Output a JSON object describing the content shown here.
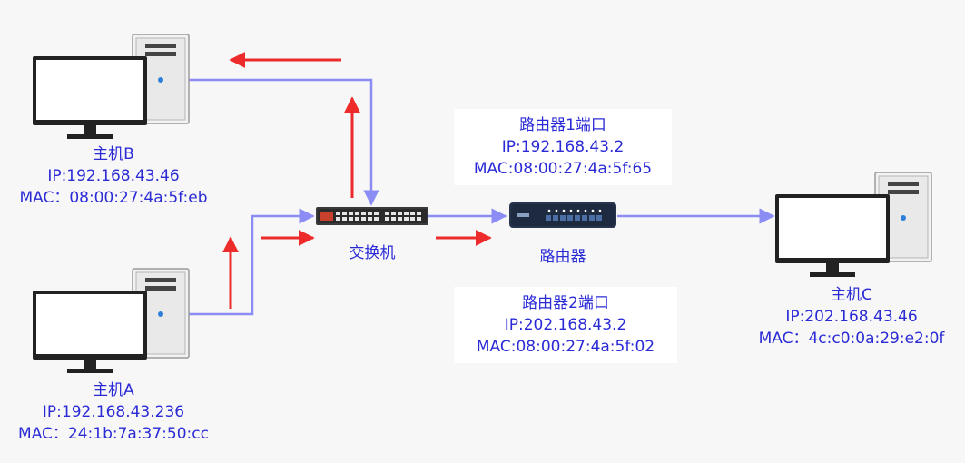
{
  "colors": {
    "link_line": "#8c8cf5",
    "arrow_red": "#ee2b2b",
    "text_blue": "#2b2bd6",
    "background": "#f7f7f7"
  },
  "hosts": {
    "b": {
      "name": "主机B",
      "ip": "IP:192.168.43.46",
      "mac": "MAC：08:00:27:4a:5f:eb",
      "icon": "computer-icon"
    },
    "a": {
      "name": "主机A",
      "ip": "IP:192.168.43.236",
      "mac": "MAC：24:1b:7a:37:50:cc",
      "icon": "computer-icon"
    },
    "c": {
      "name": "主机C",
      "ip": "IP:202.168.43.46",
      "mac": "MAC：4c:c0:0a:29:e2:0f",
      "icon": "computer-icon"
    }
  },
  "switch": {
    "name": "交换机",
    "icon": "switch-icon"
  },
  "router": {
    "name": "路由器",
    "icon": "router-icon",
    "port1": {
      "title": "路由器1端口",
      "ip": "IP:192.168.43.2",
      "mac": "MAC:08:00:27:4a:5f:65"
    },
    "port2": {
      "title": "路由器2端口",
      "ip": "IP:202.168.43.2",
      "mac": "MAC:08:00:27:4a:5f:02"
    }
  }
}
